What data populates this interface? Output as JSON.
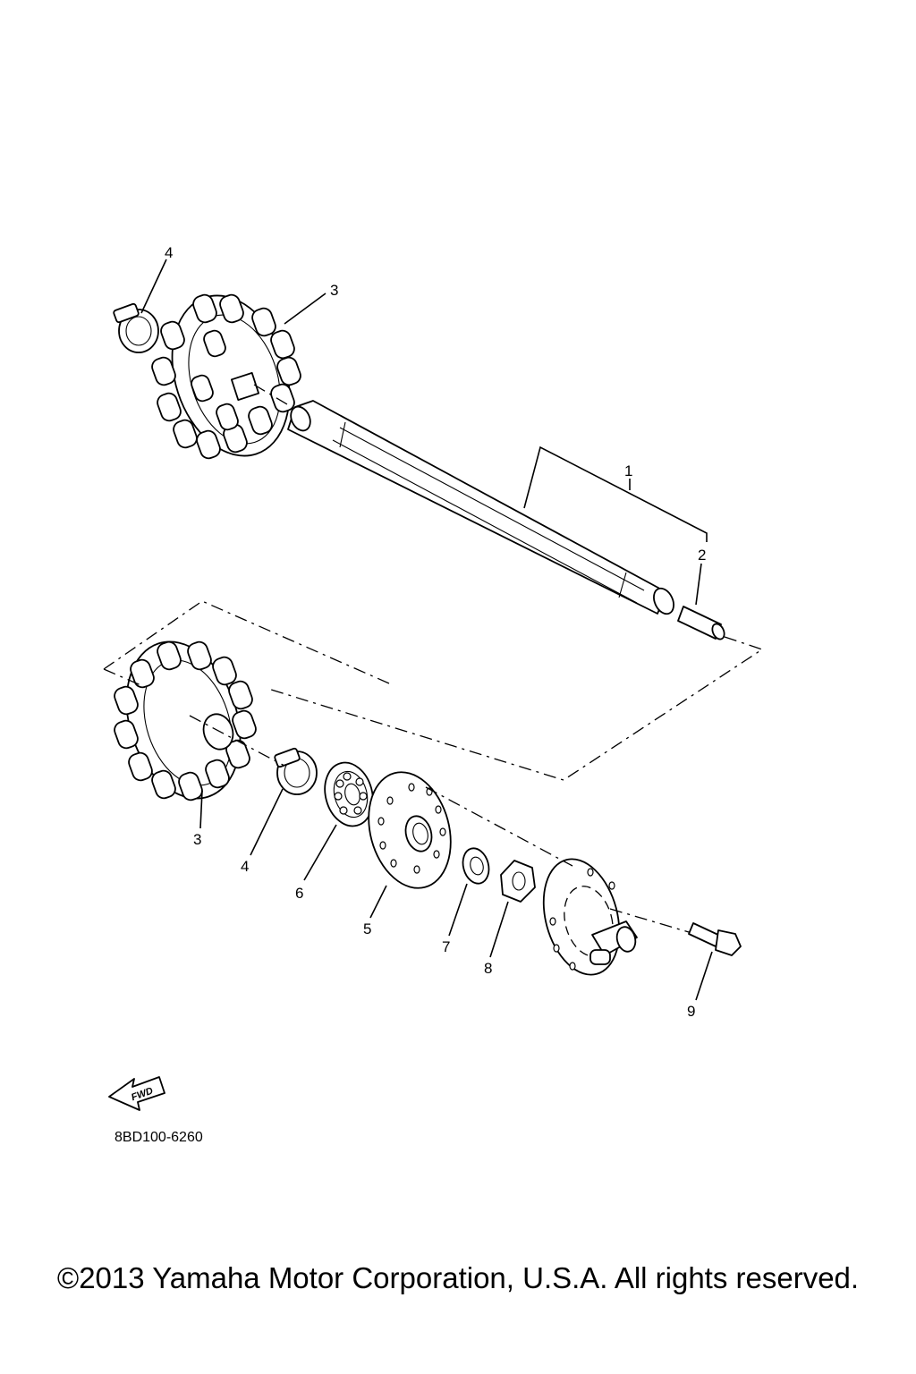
{
  "diagram": {
    "callouts": {
      "c1": "1",
      "c2": "2",
      "c3a": "3",
      "c3b": "3",
      "c4a": "4",
      "c4b": "4",
      "c5": "5",
      "c6": "6",
      "c7": "7",
      "c8": "8",
      "c9": "9"
    },
    "fwd_label": "FWD",
    "diagram_code": "8BD100-6260"
  },
  "footer": {
    "copyright": "©2013 Yamaha Motor Corporation, U.S.A. All rights reserved."
  }
}
